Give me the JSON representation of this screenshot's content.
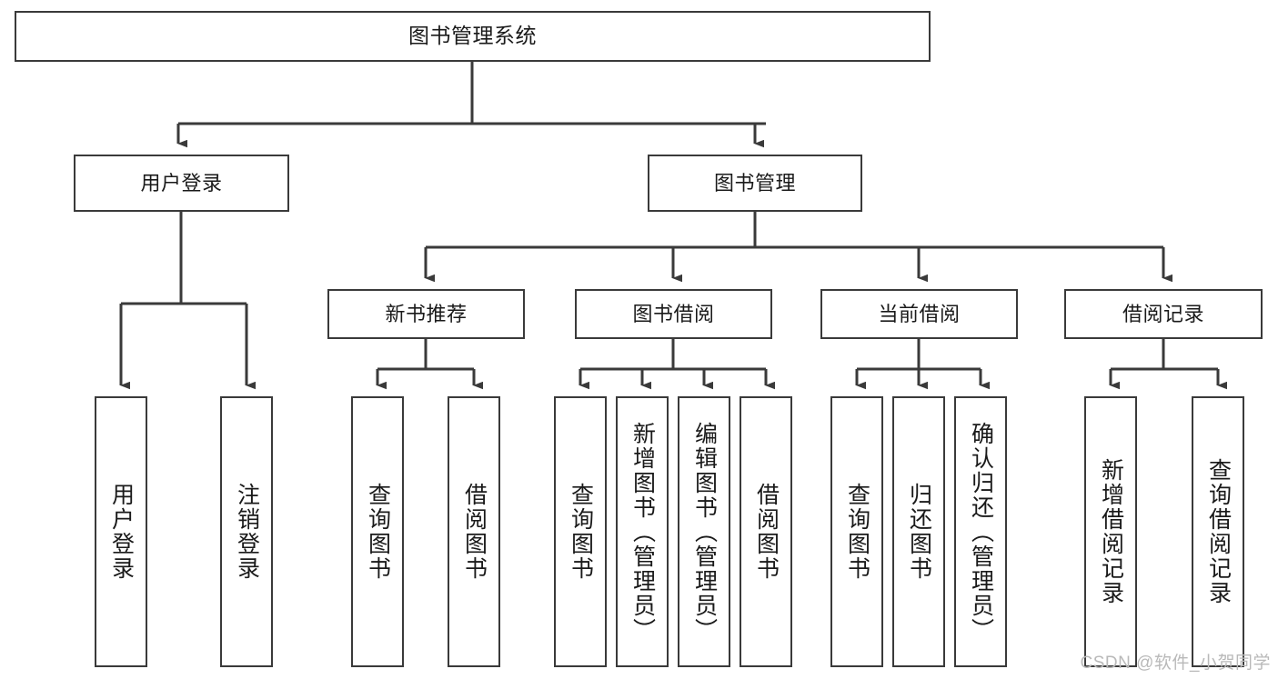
{
  "diagram": {
    "title": "图书管理系统",
    "type": "tree-hierarchy-chart",
    "watermark": "CSDN @软件_小贺同学",
    "colors": {
      "box_border": "#3a3a3a",
      "box_fill": "#ffffff",
      "connector": "#3a3a3a",
      "text": "#1a1a1a",
      "watermark": "#b9b9b9",
      "background": "#ffffff"
    },
    "nodes": {
      "root": {
        "label": "图书管理系统"
      },
      "level2": [
        {
          "id": "user-login",
          "label": "用户登录"
        },
        {
          "id": "book-manage",
          "label": "图书管理"
        }
      ],
      "level3": [
        {
          "id": "new-book-recommend",
          "label": "新书推荐"
        },
        {
          "id": "book-borrow",
          "label": "图书借阅"
        },
        {
          "id": "current-borrow",
          "label": "当前借阅"
        },
        {
          "id": "borrow-record",
          "label": "借阅记录"
        }
      ],
      "leaves": {
        "user-login": [
          {
            "id": "user-login-leaf",
            "label": "用户登录"
          },
          {
            "id": "user-logout-leaf",
            "label": "注销登录"
          }
        ],
        "new-book-recommend": [
          {
            "id": "query-book-1",
            "label": "查询图书"
          },
          {
            "id": "borrow-book-1",
            "label": "借阅图书"
          }
        ],
        "book-borrow": [
          {
            "id": "query-book-2",
            "label": "查询图书"
          },
          {
            "id": "add-book-admin",
            "label": "新增图书（管理员）"
          },
          {
            "id": "edit-book-admin",
            "label": "编辑图书（管理员）"
          },
          {
            "id": "borrow-book-2",
            "label": "借阅图书"
          }
        ],
        "current-borrow": [
          {
            "id": "query-book-3",
            "label": "查询图书"
          },
          {
            "id": "return-book",
            "label": "归还图书"
          },
          {
            "id": "confirm-return-admin",
            "label": "确认归还（管理员）"
          }
        ],
        "borrow-record": [
          {
            "id": "add-borrow-record",
            "label": "新增借阅记录"
          },
          {
            "id": "query-borrow-record",
            "label": "查询借阅记录"
          }
        ]
      }
    }
  }
}
